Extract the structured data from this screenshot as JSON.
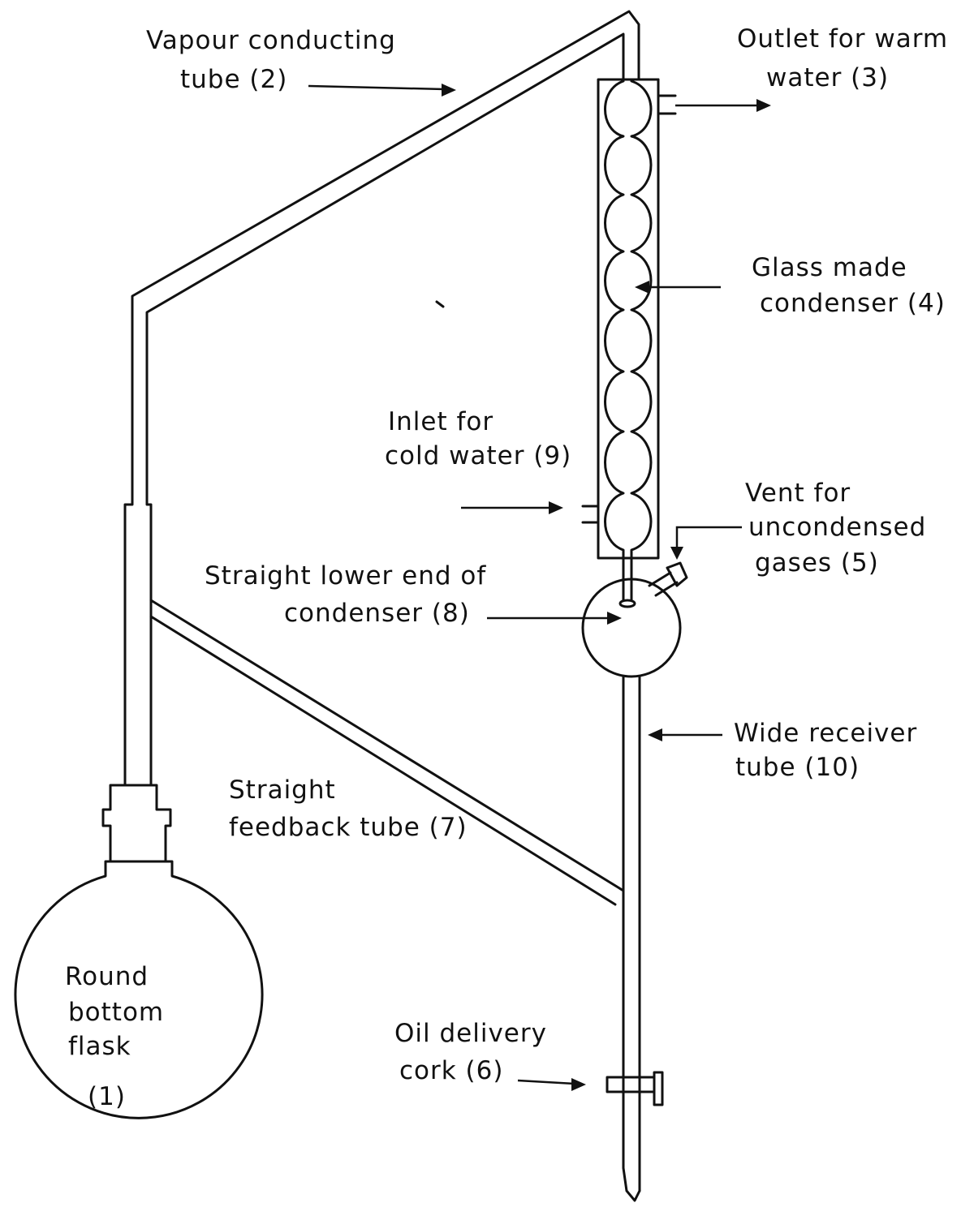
{
  "labels": {
    "vapour_l1": "Vapour conducting",
    "vapour_l2": "tube (2)",
    "outlet_l1": "Outlet for warm",
    "outlet_l2": "water (3)",
    "condenser_l1": "Glass  made",
    "condenser_l2": "condenser (4)",
    "inlet_l1": "Inlet for",
    "inlet_l2": "cold water (9)",
    "vent_l1": "Vent for",
    "vent_l2": "uncondensed",
    "vent_l3": "gases (5)",
    "lower_l1": "Straight lower end of",
    "lower_l2": "condenser (8)",
    "receiver_l1": "Wide receiver",
    "receiver_l2": "tube (10)",
    "feedback_l1": "Straight",
    "feedback_l2": "feedback tube (7)",
    "flask_l1": "Round",
    "flask_l2": "bottom",
    "flask_l3": "flask",
    "flask_l4": "(1)",
    "cork_l1": "Oil delivery",
    "cork_l2": "cork (6)"
  }
}
